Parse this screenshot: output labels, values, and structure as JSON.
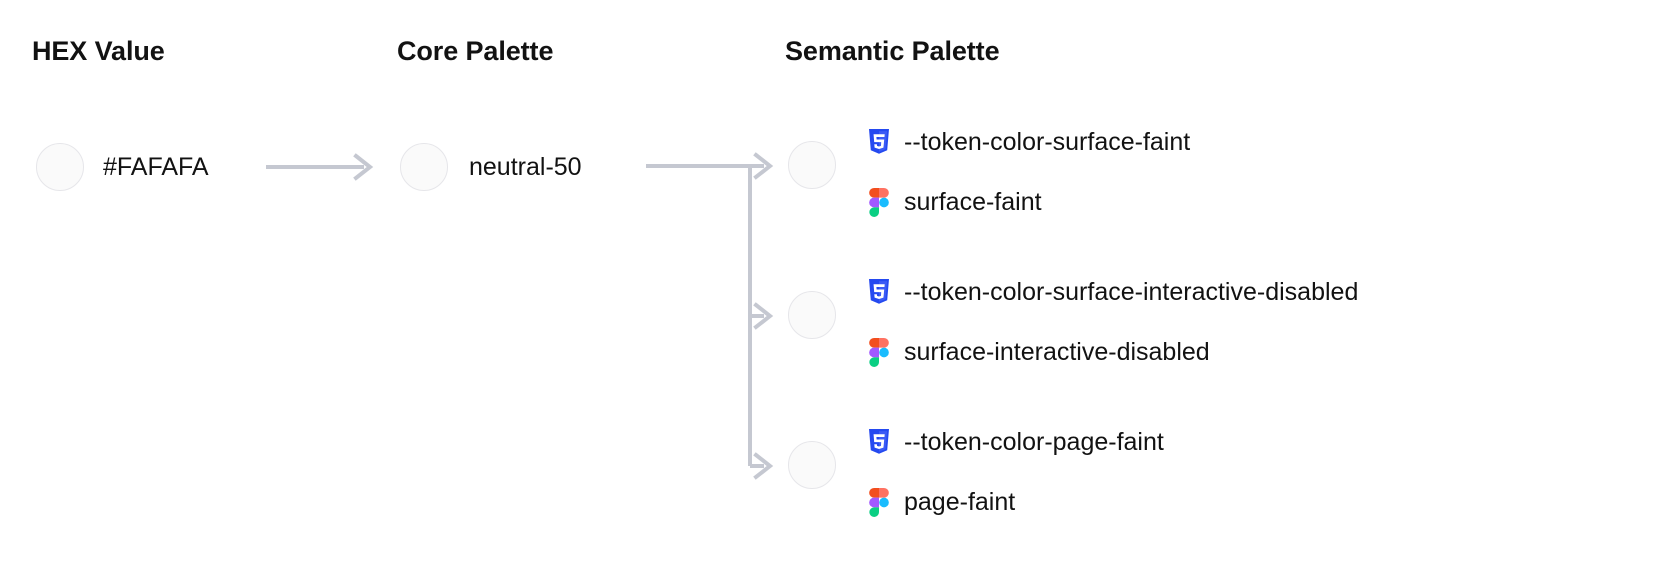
{
  "columns": {
    "hex": "HEX Value",
    "core": "Core Palette",
    "semantic": "Semantic Palette"
  },
  "hex_value": {
    "label": "#FAFAFA",
    "swatch_color": "#FAFAFA"
  },
  "core_value": {
    "label": "neutral-50",
    "swatch_color": "#FAFAFA"
  },
  "semantic_entries": [
    {
      "swatch_color": "#FAFAFA",
      "css_token": "--token-color-surface-faint",
      "figma_token": "surface-faint",
      "css_icon": "css3-icon",
      "figma_icon": "figma-icon"
    },
    {
      "swatch_color": "#FAFAFA",
      "css_token": "--token-color-surface-interactive-disabled",
      "figma_token": "surface-interactive-disabled",
      "css_icon": "css3-icon",
      "figma_icon": "figma-icon"
    },
    {
      "swatch_color": "#FAFAFA",
      "css_token": "--token-color-page-faint",
      "figma_token": "page-faint",
      "css_icon": "css3-icon",
      "figma_icon": "figma-icon"
    }
  ],
  "theme": {
    "background": "#FFFFFF",
    "text_color": "#121212",
    "swatch_border": "#E6E6EA",
    "connector_color": "#C5C8D1",
    "css_icon_color": "#2449F0",
    "figma_red": "#F24E1E",
    "figma_orange": "#FF7262",
    "figma_purple": "#A259FF",
    "figma_blue": "#1ABCFE",
    "figma_green": "#0ACF83"
  }
}
